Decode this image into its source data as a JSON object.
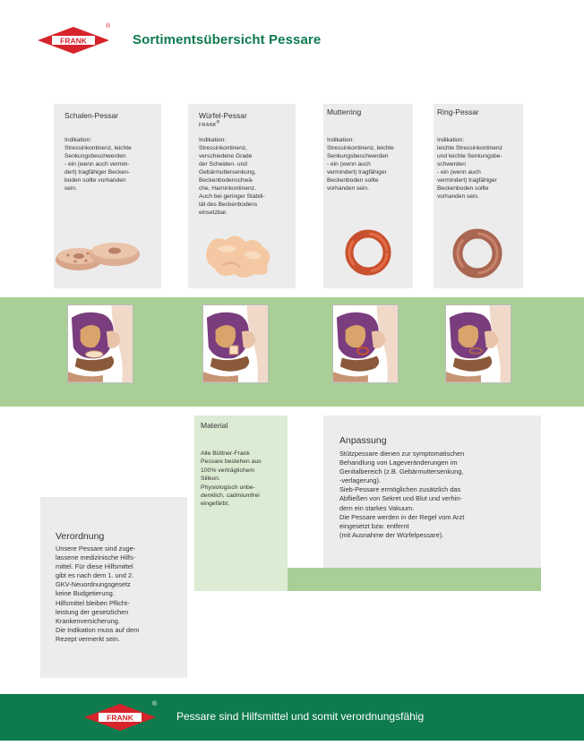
{
  "header": {
    "logo_text": "FRANK",
    "title": "Sortimentsübersicht Pessare"
  },
  "products": [
    {
      "name": "Schalen-Pessar",
      "indication_label": "Indikation:",
      "lines": [
        "Stressinkontinenz, leichte",
        "Senkungsbeschwerden",
        "- ein (wenn auch vermin-",
        "dert) tragfähiger Becken-",
        "boden sollte vorhanden",
        "sein."
      ]
    },
    {
      "name": "Würfel-Pessar",
      "brand": "FRANK",
      "indication_label": "Indikation:",
      "lines": [
        "Stressinkontinenz,",
        "verschiedene Grade",
        "der Scheiden- und",
        "Gebärmuttersenkung,",
        "Beckenbodenschwä-",
        "che, Harninkontinenz.",
        "Auch bei geringer Stabili-",
        "tät des Beckenbodens",
        "einsetzbar."
      ]
    },
    {
      "name": "Mutterring",
      "indication_label": "Indikation:",
      "lines": [
        "Stressinkontinenz, leichte",
        "Senkungsbeschwerden",
        "- ein (wenn auch",
        "vermindert) tragfähiger",
        "Beckenboden sollte",
        "vorhanden sein."
      ]
    },
    {
      "name": "Ring-Pessar",
      "indication_label": "Indikation:",
      "lines": [
        "leichte Stressinkontinenz",
        "und leichte Senkungsbe-",
        "schwerden",
        "- ein (wenn auch",
        "vermindert) tragfähiger",
        "Beckenboden sollte",
        "vorhanden sein."
      ]
    }
  ],
  "material": {
    "title": "Material",
    "lines": [
      "Alle Büttner-Frank",
      "Pessare bestehen aus",
      "100% verträglichem",
      "Silikon.",
      "Physiologisch unbe-",
      "denklich, cadmiumfrei",
      "eingefärbt."
    ]
  },
  "anpassung": {
    "title": "Anpassung",
    "lines": [
      "Stützpessare dienen zur symptomatischen",
      "Behandlung von Lageveränderungen im",
      "Genitalbereich (z.B. Gebärmuttersenkung,",
      "-verlagerung).",
      "Sieb-Pessare ermöglichen zusätzlich das",
      "Abfließen von Sekret und Blut und verhin-",
      "dern ein starkes Vakuum.",
      "Die Pessare werden in der Regel vom Arzt",
      "eingesetzt bzw. entfernt",
      "(mit Ausnahme der Würfelpessare)."
    ]
  },
  "verordnung": {
    "title": "Verordnung",
    "lines": [
      "Unsere Pessare sind zuge-",
      "lassene medizinische Hilfs-",
      "mittel. Für diese Hilfsmittel",
      "gibt es nach dem 1. und 2.",
      "GKV-Neuordnungsgesetz",
      "keine Budgetierung.",
      "Hilfsmittel bleiben Pflicht-",
      "leistung der gesetzlichen",
      "Krankenversicherung.",
      "Die Indikation muss auf dem",
      "Rezept vermerkt sein."
    ]
  },
  "footer": {
    "text": "Pessare sind Hilfsmittel und somit verordnungsfähig"
  },
  "colors": {
    "brand_green": "#0e7a4d",
    "light_green": "#a9cf97",
    "logo_red": "#d6232c",
    "panel_grey": "#ececec"
  }
}
